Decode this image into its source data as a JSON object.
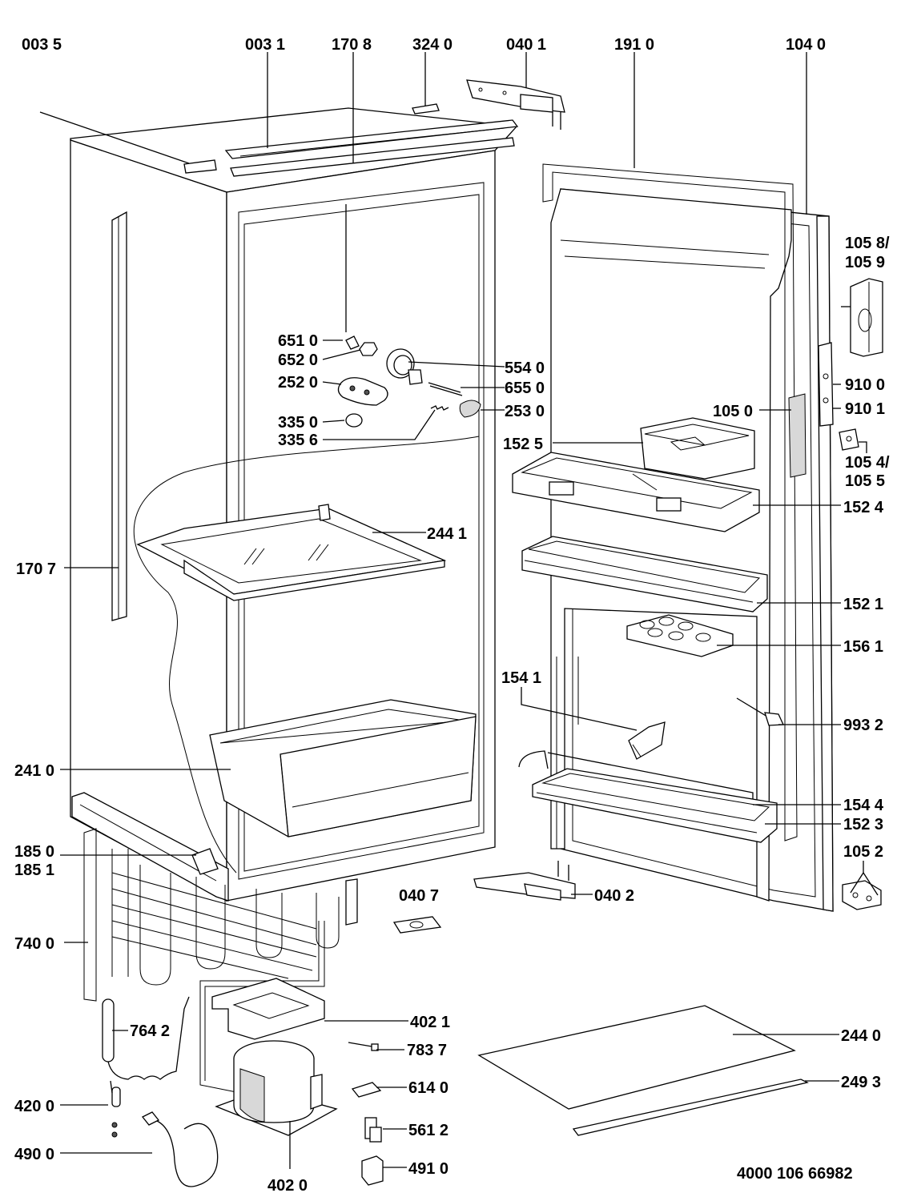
{
  "labels": [
    {
      "id": "003-5",
      "text": "003 5"
    },
    {
      "id": "003-1",
      "text": "003 1"
    },
    {
      "id": "170-8",
      "text": "170 8"
    },
    {
      "id": "324-0",
      "text": "324 0"
    },
    {
      "id": "040-1",
      "text": "040 1"
    },
    {
      "id": "191-0",
      "text": "191 0"
    },
    {
      "id": "104-0",
      "text": "104 0"
    },
    {
      "id": "105-8",
      "text": "105 8/"
    },
    {
      "id": "105-9",
      "text": "105 9"
    },
    {
      "id": "651-0",
      "text": "651 0"
    },
    {
      "id": "652-0",
      "text": "652 0"
    },
    {
      "id": "554-0",
      "text": "554 0"
    },
    {
      "id": "252-0",
      "text": "252 0"
    },
    {
      "id": "655-0",
      "text": "655 0"
    },
    {
      "id": "910-0",
      "text": "910 0"
    },
    {
      "id": "335-0",
      "text": "335 0"
    },
    {
      "id": "253-0",
      "text": "253 0"
    },
    {
      "id": "105-0",
      "text": "105 0"
    },
    {
      "id": "910-1",
      "text": "910 1"
    },
    {
      "id": "335-6",
      "text": "335 6"
    },
    {
      "id": "152-5",
      "text": "152 5"
    },
    {
      "id": "105-4",
      "text": "105 4/"
    },
    {
      "id": "105-5",
      "text": "105 5"
    },
    {
      "id": "152-4",
      "text": "152 4"
    },
    {
      "id": "244-1",
      "text": "244 1"
    },
    {
      "id": "170-7",
      "text": "170 7"
    },
    {
      "id": "152-1",
      "text": "152 1"
    },
    {
      "id": "156-1",
      "text": "156 1"
    },
    {
      "id": "154-1",
      "text": "154 1"
    },
    {
      "id": "993-2",
      "text": "993 2"
    },
    {
      "id": "241-0",
      "text": "241 0"
    },
    {
      "id": "154-4",
      "text": "154 4"
    },
    {
      "id": "152-3",
      "text": "152 3"
    },
    {
      "id": "185-0",
      "text": "185 0"
    },
    {
      "id": "185-1",
      "text": "185 1"
    },
    {
      "id": "105-2",
      "text": "105 2"
    },
    {
      "id": "040-7",
      "text": "040 7"
    },
    {
      "id": "040-2",
      "text": "040 2"
    },
    {
      "id": "740-0",
      "text": "740 0"
    },
    {
      "id": "764-2",
      "text": "764 2"
    },
    {
      "id": "402-1",
      "text": "402 1"
    },
    {
      "id": "244-0",
      "text": "244 0"
    },
    {
      "id": "783-7",
      "text": "783 7"
    },
    {
      "id": "249-3",
      "text": "249 3"
    },
    {
      "id": "614-0",
      "text": "614 0"
    },
    {
      "id": "420-0",
      "text": "420 0"
    },
    {
      "id": "561-2",
      "text": "561 2"
    },
    {
      "id": "490-0",
      "text": "490 0"
    },
    {
      "id": "491-0",
      "text": "491 0"
    },
    {
      "id": "402-0",
      "text": "402 0"
    }
  ],
  "drawing_number": "4000 106 66982"
}
